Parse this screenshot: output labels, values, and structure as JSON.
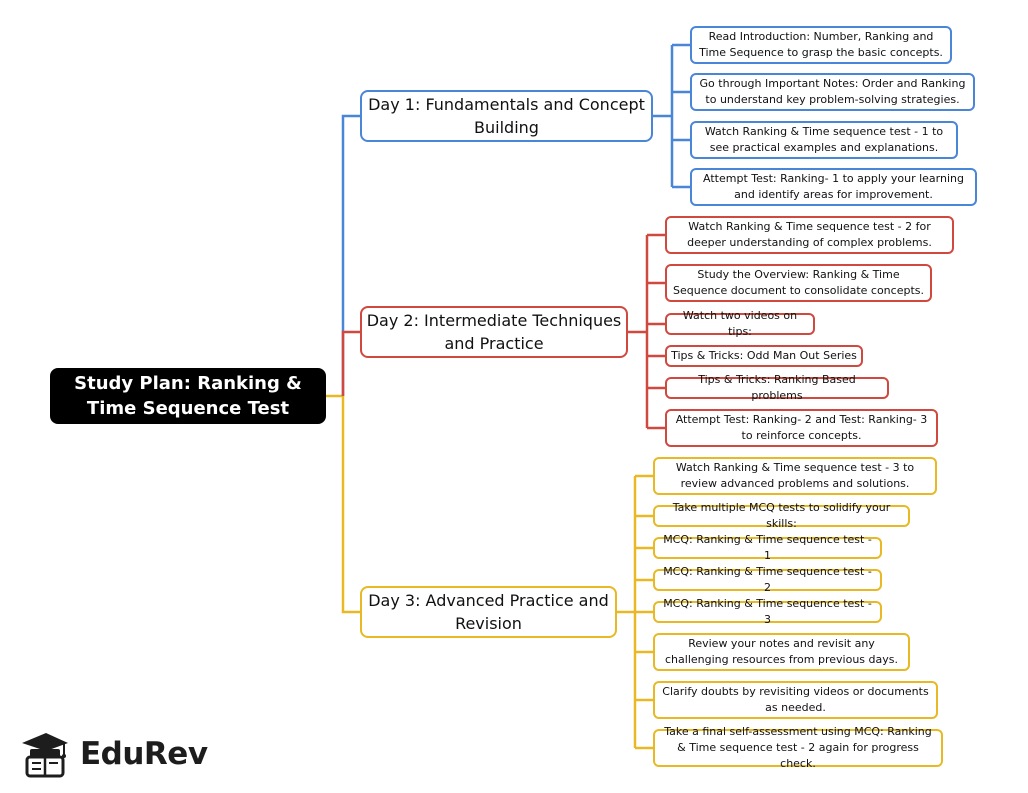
{
  "root": {
    "label": "Study Plan: Ranking & Time Sequence Test"
  },
  "days": [
    {
      "label": "Day 1: Fundamentals and Concept Building",
      "color": "#4a86d8",
      "tasks": [
        "Read Introduction: Number, Ranking and Time Sequence to grasp the basic concepts.",
        "Go through Important Notes: Order and Ranking to understand key problem-solving strategies.",
        "Watch Ranking & Time sequence test - 1 to see practical examples and explanations.",
        "Attempt Test: Ranking- 1 to apply your learning and identify areas for improvement."
      ]
    },
    {
      "label": "Day 2: Intermediate Techniques and Practice",
      "color": "#d0493f",
      "tasks": [
        "Watch Ranking & Time sequence test - 2 for deeper understanding of complex problems.",
        "Study the Overview: Ranking & Time Sequence document to consolidate concepts.",
        "Watch two videos on tips:",
        "Tips & Tricks: Odd Man Out Series",
        "Tips & Tricks: Ranking Based problems",
        "Attempt Test: Ranking- 2 and Test: Ranking- 3 to reinforce concepts."
      ]
    },
    {
      "label": "Day 3: Advanced Practice and Revision",
      "color": "#e8b925",
      "tasks": [
        "Watch Ranking & Time sequence test - 3 to review advanced problems and solutions.",
        "Take multiple MCQ tests to solidify your skills:",
        "MCQ: Ranking & Time sequence test - 1",
        "MCQ: Ranking & Time sequence test - 2",
        "MCQ: Ranking & Time sequence test - 3",
        "Review your notes and revisit any challenging resources from previous days.",
        "Clarify doubts by revisiting videos or documents as needed.",
        "Take a final self-assessment using MCQ: Ranking & Time sequence test - 2 again for progress check."
      ]
    }
  ],
  "logo": {
    "text": "EduRev",
    "icon": "graduation-cap-icon"
  }
}
